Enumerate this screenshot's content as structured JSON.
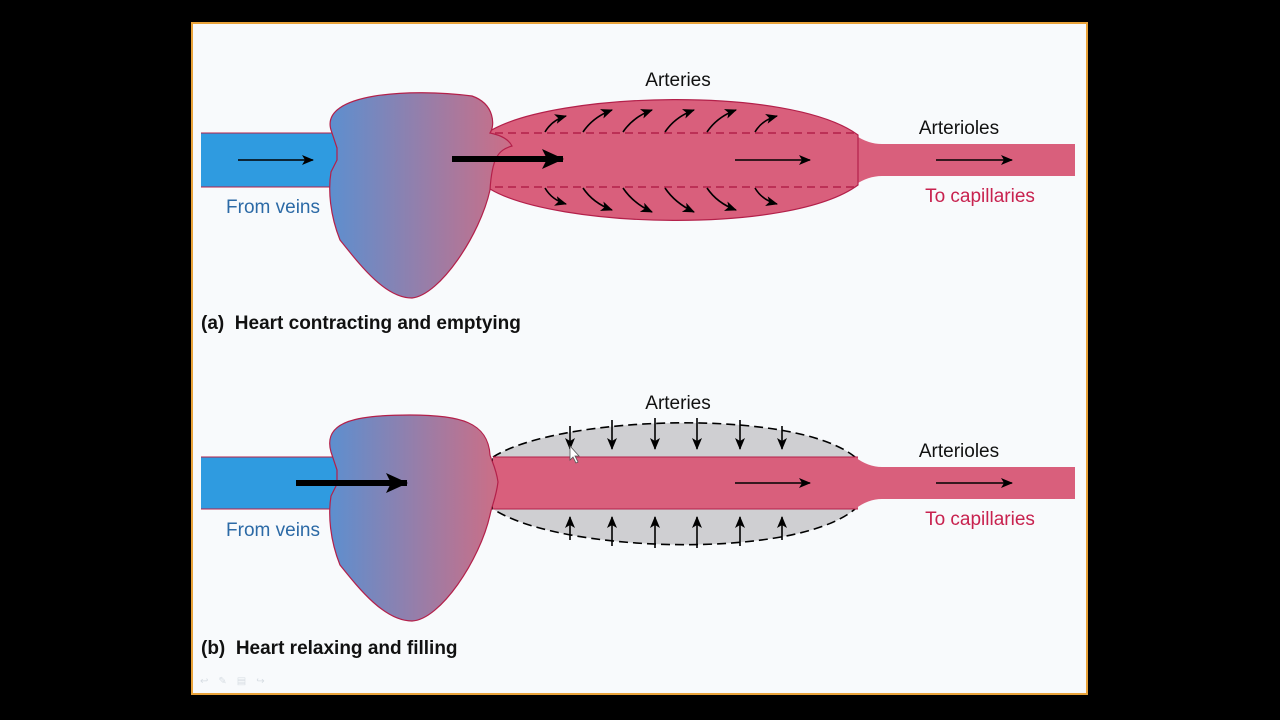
{
  "panel_a": {
    "arteries_label": "Arteries",
    "arterioles_label": "Arterioles",
    "from_veins_label": "From veins",
    "to_capillaries_label": "To capillaries",
    "caption": "(a)  Heart contracting and emptying"
  },
  "panel_b": {
    "arteries_label": "Arteries",
    "arterioles_label": "Arterioles",
    "from_veins_label": "From veins",
    "to_capillaries_label": "To capillaries",
    "caption": "(b)  Heart relaxing and filling"
  },
  "colors": {
    "vein_blue": "#2f9be0",
    "artery_red": "#d95f7c",
    "artery_outline": "#b3204a",
    "heart_left": "#5d8fcf",
    "heart_right": "#cc6e86",
    "recoil_gray": "#cfcfd2",
    "vein_text": "#2c6aa6",
    "capillary_text": "#c8224f",
    "slide_border": "#e9a33a"
  },
  "controls": [
    "back-icon",
    "pen-icon",
    "menu-icon",
    "next-icon"
  ]
}
